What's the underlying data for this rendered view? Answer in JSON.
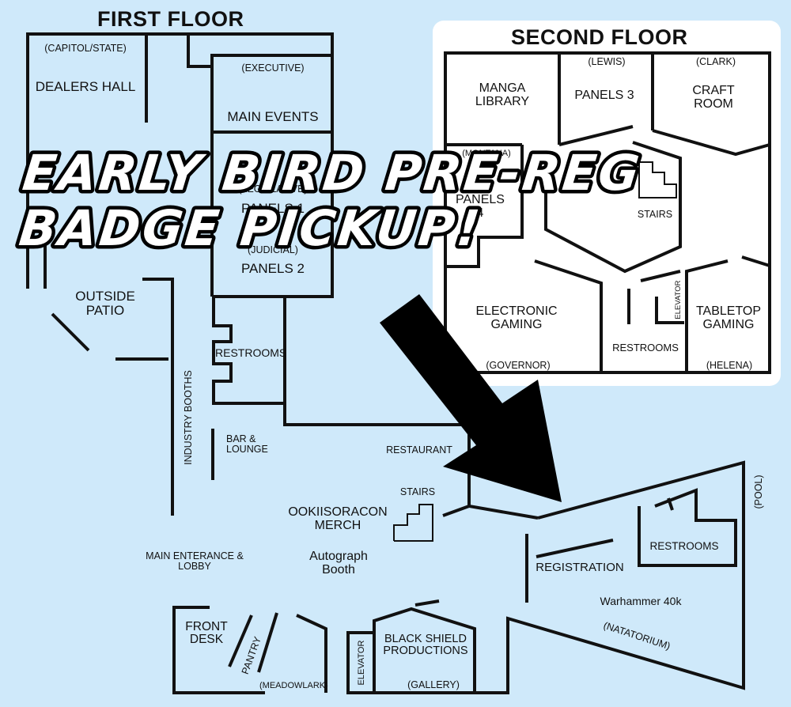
{
  "floors": {
    "first": {
      "title": "FIRST FLOOR"
    },
    "second": {
      "title": "SECOND FLOOR"
    }
  },
  "banner": {
    "line1": "EARLY BIRD PRE-REG",
    "line2": "BADGE PICKUP!"
  },
  "first_floor_rooms": {
    "capitol_state": "(CAPITOL/STATE)",
    "dealers_hall": "DEALERS HALL",
    "executive": "(EXECUTIVE)",
    "main_events": "MAIN EVENTS",
    "legislative": "(LEGISLATIVE)",
    "panels_1": "PANELS 1",
    "judicial": "(JUDICIAL)",
    "panels_2": "PANELS 2",
    "outside_patio": "OUTSIDE PATIO",
    "restrooms_1": "RESTROOMS",
    "industry_booths": "INDUSTRY BOOTHS",
    "bar_lounge": "BAR & LOUNGE",
    "restaurant": "RESTAURANT",
    "stairs": "STAIRS",
    "merch": "OOKIISORACON MERCH",
    "autograph": "Autograph Booth",
    "main_entrance": "MAIN ENTERANCE & LOBBY",
    "registration": "REGISTRATION",
    "restrooms_2": "RESTROOMS",
    "pool": "(POOL)",
    "warhammer": "Warhammer 40k",
    "natatorium": "(NATATORIUM)",
    "front_desk": "FRONT DESK",
    "pantry": "PANTRY",
    "meadowlark": "(MEADOWLARK)",
    "elevator": "ELEVATOR",
    "black_shield": "BLACK SHIELD PRODUCTIONS",
    "gallery": "(GALLERY)"
  },
  "second_floor_rooms": {
    "manga_library": "MANGA LIBRARY",
    "lewis": "(LEWIS)",
    "panels_3": "PANELS 3",
    "clark": "(CLARK)",
    "craft_room": "CRAFT ROOM",
    "montana": "(MONTANA)",
    "panels_4": "PANELS 4",
    "stairs": "STAIRS",
    "electronic_gaming": "ELECTRONIC GAMING",
    "governor": "(GOVERNOR)",
    "restrooms": "RESTROOMS",
    "elevator": "ELEVATOR",
    "tabletop_gaming": "TABLETOP GAMING",
    "helena": "(HELENA)"
  },
  "colors": {
    "background": "#cfe9fa",
    "walls": "#111111",
    "panel": "#ffffff",
    "arrow": "#000000"
  },
  "icons": {
    "arrow": "arrow-pointing-to-registration-icon",
    "stairs": "stairs-icon"
  }
}
